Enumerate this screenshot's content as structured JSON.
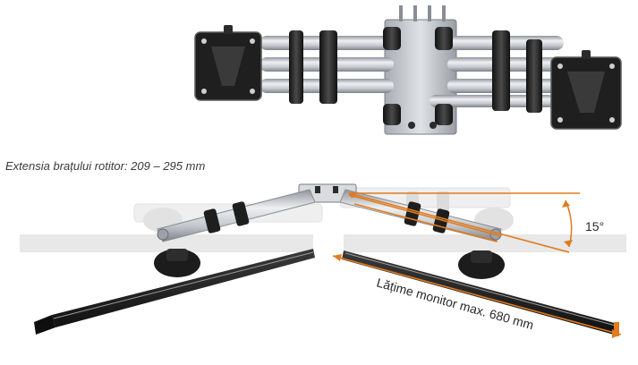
{
  "caption": "Extensia brațului rotitor: 209 – 295 mm",
  "angle_label": "15°",
  "width_label": "Lățime monitor max. 680 mm",
  "colors": {
    "accent": "#e07b1f",
    "dark": "#2b2b2b",
    "silver": "#c9ccd1",
    "ghost": "#e6e6e6"
  }
}
